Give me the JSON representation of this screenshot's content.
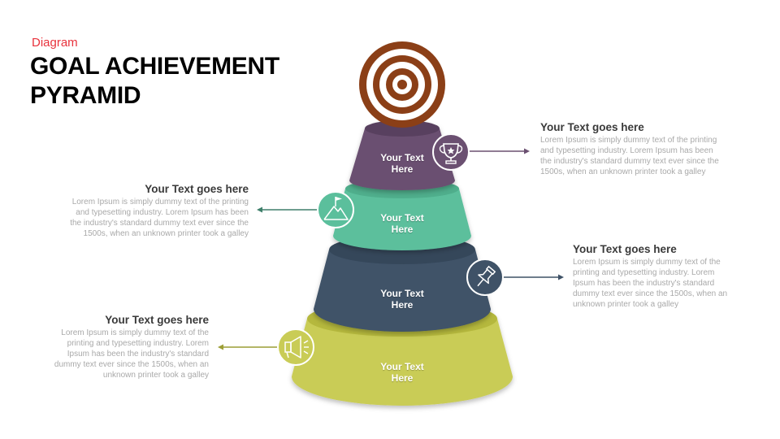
{
  "header": {
    "subtitle": "Diagram",
    "title_line1": "GOAL ACHIEVEMENT",
    "title_line2": "PYRAMID"
  },
  "tiers": [
    {
      "label_line1": "Your Text",
      "label_line2": "Here",
      "color": "#6b5071",
      "icon": "trophy-icon"
    },
    {
      "label_line1": "Your Text",
      "label_line2": "Here",
      "color": "#5bbf9c",
      "icon": "mountain-flag-icon"
    },
    {
      "label_line1": "Your Text",
      "label_line2": "Here",
      "color": "#3f5267",
      "icon": "pushpin-icon"
    },
    {
      "label_line1": "Your Text",
      "label_line2": "Here",
      "color": "#c9cc56",
      "icon": "megaphone-icon"
    }
  ],
  "target_colors": [
    "#8b3f17",
    "#ffffff"
  ],
  "callouts": [
    {
      "heading": "Your Text goes here",
      "line1": "Lorem Ipsum  is simply dummy  text of the printing",
      "line2": "and typesetting industry. Lorem Ipsum  has been",
      "line3": "the industry's standard dummy  text ever since the",
      "line4": "1500s, when an unknown printer took a galley",
      "line5": ""
    },
    {
      "heading": "Your Text goes here",
      "line1": "Lorem Ipsum  is simply dummy  text of the printing",
      "line2": "and typesetting industry. Lorem Ipsum  has been",
      "line3": "the industry's standard dummy  text ever since the",
      "line4": "1500s, when an unknown printer took a galley",
      "line5": ""
    },
    {
      "heading": "Your Text goes here",
      "line1": "Lorem Ipsum  is simply dummy  text of the",
      "line2": "printing and typesetting industry. Lorem",
      "line3": "Ipsum  has been the industry's standard",
      "line4": "dummy  text ever since the 1500s, when an",
      "line5": "unknown printer took a galley"
    },
    {
      "heading": "Your Text goes here",
      "line1": "Lorem Ipsum  is simply dummy  text of the",
      "line2": "printing and typesetting industry. Lorem",
      "line3": "Ipsum  has been the industry's standard",
      "line4": "dummy  text ever since the 1500s, when an",
      "line5": "unknown printer took a galley"
    }
  ]
}
